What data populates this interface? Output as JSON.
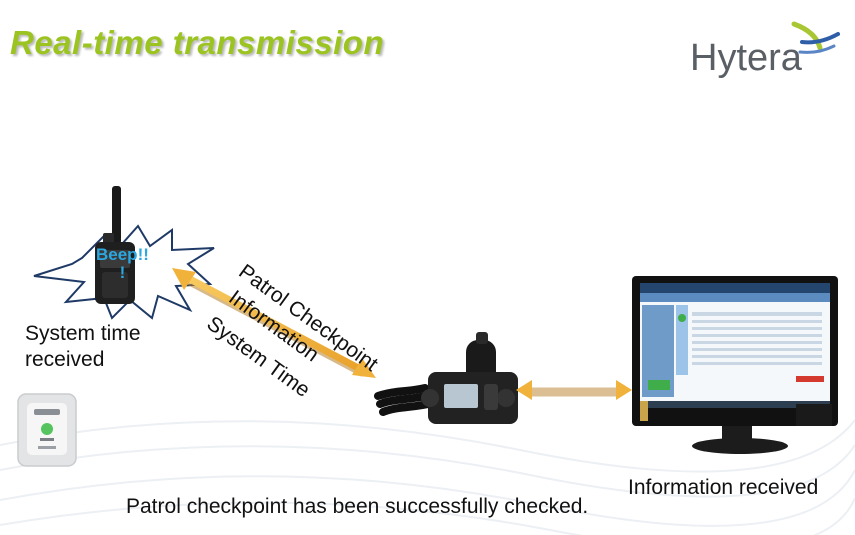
{
  "slide": {
    "title": "Real-time transmission",
    "brand": "Hytera"
  },
  "labels": {
    "system_time_received": "System time\nreceived",
    "information_received": "Information received",
    "success_message": "Patrol checkpoint has been successfully checked."
  },
  "transmission": {
    "line1": "Patrol Checkpoint",
    "line2": "Information",
    "line3": "System Time"
  },
  "beep": "Beep!!\n!",
  "colors": {
    "title": "#9bc421",
    "arrow": "#f5b63c",
    "beep": "#2ca7e0"
  },
  "icons": {
    "portable": "walkie-talkie-icon",
    "mobile": "mobile-radio-icon",
    "monitor": "computer-monitor-icon",
    "checkpoint": "checkpoint-tag-icon"
  }
}
